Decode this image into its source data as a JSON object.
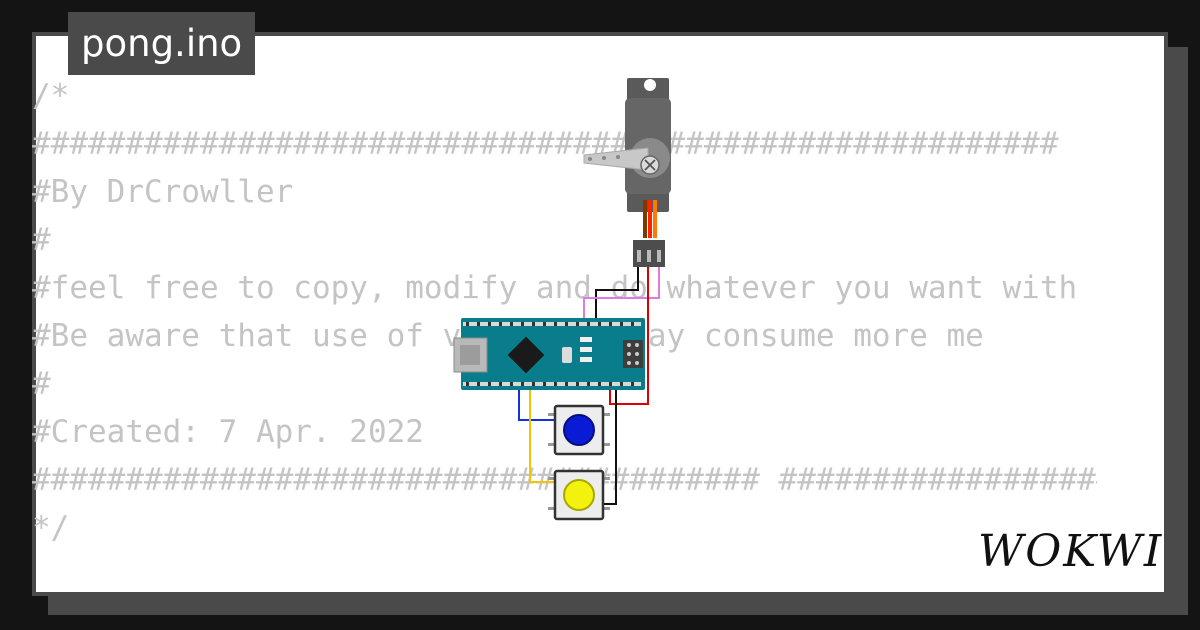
{
  "title": "pong.ino",
  "code_lines": [
    "/*",
    "################################ ######################",
    "#By DrCrowller",
    "#",
    "#feel free to copy, modify and do whatever you want with",
    "#Be aware that use of variables say consume more me",
    "#",
    "#Created: 7 Apr. 2022",
    "####################################### ######################",
    "*/"
  ],
  "logo": "WOKWI",
  "parts": {
    "servo": "servo-motor",
    "board": "arduino-nano",
    "button_1": "pushbutton-blue",
    "button_2": "pushbutton-yellow"
  },
  "colors": {
    "board": "#0a7d8c",
    "servo_body": "#5c5c5c",
    "wire_red": "#dd0000",
    "wire_black": "#111111",
    "wire_pink": "#e07ae0",
    "wire_blue": "#1530e0",
    "wire_yellow": "#f5c400",
    "button_blue": "#0a1bd6",
    "button_yellow": "#f2f20e"
  }
}
